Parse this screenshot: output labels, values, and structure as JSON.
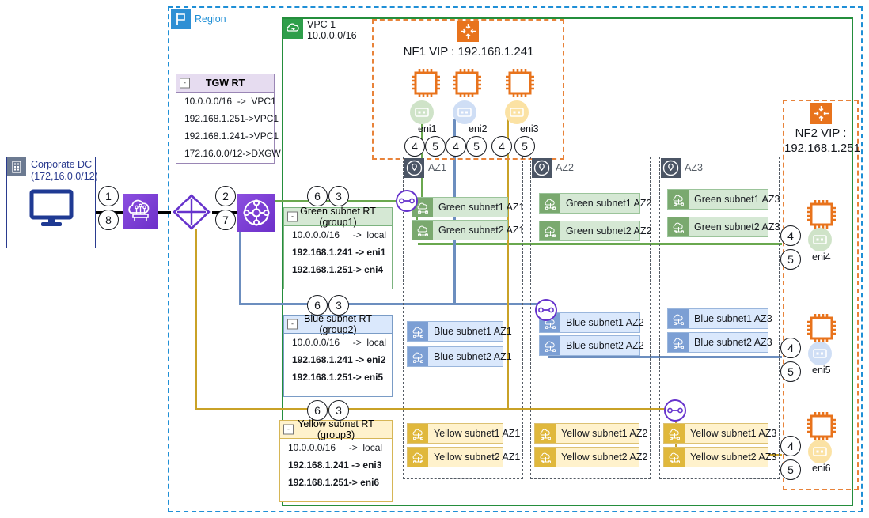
{
  "region": {
    "label": "Region",
    "icon": "region-flag-icon"
  },
  "vpc": {
    "name": "VPC 1",
    "cidr": "10.0.0.0/16",
    "icon": "vpc-cloud-icon"
  },
  "corporate_dc": {
    "title_line1": "Corporate DC",
    "title_line2": "(172,16.0.0/12)",
    "building_icon": "building-icon",
    "monitor_icon": "monitor-icon"
  },
  "direct_connect": {
    "icon": "direct-connect-icon"
  },
  "dx_gateway": {
    "icon": "direct-connect-gateway-icon"
  },
  "transit_gateway": {
    "icon": "transit-gateway-icon"
  },
  "tgw_rt": {
    "title": "TGW RT",
    "collapse": "-",
    "rows": [
      "10.0.0.0/16  ->  VPC1",
      "192.168.1.251->VPC1",
      "192.168.1.241->VPC1",
      "172.16.0.0/12->DXGW"
    ]
  },
  "route_tables": [
    {
      "title": "Green subnet RT (group1)",
      "collapse": "-",
      "rows": [
        {
          "text": "10.0.0.0/16     ->  local",
          "bold": false
        },
        {
          "text": "192.168.1.241 -> eni1",
          "bold": true
        },
        {
          "text": "192.168.1.251-> eni4",
          "bold": true
        }
      ]
    },
    {
      "title": "Blue subnet RT (group2)",
      "collapse": "-",
      "rows": [
        {
          "text": "10.0.0.0/16     ->  local",
          "bold": false
        },
        {
          "text": "192.168.1.241 -> eni2",
          "bold": true
        },
        {
          "text": "192.168.1.251-> eni5",
          "bold": true
        }
      ]
    },
    {
      "title": "Yellow subnet RT (group3)",
      "collapse": "-",
      "rows": [
        {
          "text": "10.0.0.0/16     ->  local",
          "bold": false
        },
        {
          "text": "192.168.1.241 -> eni3",
          "bold": true
        },
        {
          "text": "192.168.1.251-> eni6",
          "bold": true
        }
      ]
    }
  ],
  "nf1": {
    "title": "NF1 VIP : 192.168.1.241",
    "firewall_icon": "network-firewall-icon",
    "instances": [
      {
        "chip_icon": "firewall-instance-icon",
        "eni": "eni1",
        "color": "green"
      },
      {
        "chip_icon": "firewall-instance-icon",
        "eni": "eni2",
        "color": "blue"
      },
      {
        "chip_icon": "firewall-instance-icon",
        "eni": "eni3",
        "color": "yellow"
      }
    ],
    "steps": [
      "4",
      "5",
      "4",
      "5",
      "4",
      "5"
    ]
  },
  "nf2": {
    "title_line1": "NF2 VIP :",
    "title_line2": "192.168.1.251",
    "firewall_icon": "network-firewall-icon",
    "instances": [
      {
        "chip_icon": "firewall-instance-icon",
        "eni": "eni4",
        "color": "green",
        "steps": [
          "4",
          "5"
        ]
      },
      {
        "chip_icon": "firewall-instance-icon",
        "eni": "eni5",
        "color": "blue",
        "steps": [
          "4",
          "5"
        ]
      },
      {
        "chip_icon": "firewall-instance-icon",
        "eni": "eni6",
        "color": "yellow",
        "steps": [
          "4",
          "5"
        ]
      }
    ]
  },
  "azs": [
    {
      "label": "AZ1",
      "icon": "availability-zone-icon"
    },
    {
      "label": "AZ2",
      "icon": "availability-zone-icon"
    },
    {
      "label": "AZ3",
      "icon": "availability-zone-icon"
    }
  ],
  "subnets": {
    "green": [
      "Green subnet1 AZ1",
      "Green subnet2 AZ1",
      "Green subnet1 AZ2",
      "Green subnet2 AZ2",
      "Green subnet1 AZ3",
      "Green subnet2 AZ3"
    ],
    "blue": [
      "Blue subnet1 AZ1",
      "Blue subnet2 AZ1",
      "Blue subnet1 AZ2",
      "Blue subnet2 AZ2",
      "Blue subnet1 AZ3",
      "Blue subnet2 AZ3"
    ],
    "yellow": [
      "Yellow subnet1 AZ1",
      "Yellow subnet2 AZ1",
      "Yellow subnet1 AZ2",
      "Yellow subnet2 AZ2",
      "Yellow subnet1 AZ3",
      "Yellow subnet2 AZ3"
    ]
  },
  "flow_steps": {
    "dc_to_dx_in": "1",
    "dc_to_dx_out": "8",
    "dxgw_to_tgw_in": "2",
    "dxgw_to_tgw_out": "7",
    "green_rt_a": "6",
    "green_rt_b": "3",
    "blue_rt_a": "6",
    "blue_rt_b": "3",
    "yellow_rt_a": "6",
    "yellow_rt_b": "3"
  },
  "colors": {
    "green": "#6aa84f",
    "blue": "#6c8ebf",
    "yellow": "#c9a227",
    "purple": "#6633cc",
    "orange": "#e8833a",
    "region_blue": "#1f8fd6",
    "vpc_green": "#248e3c",
    "az_gray": "#545b64"
  }
}
